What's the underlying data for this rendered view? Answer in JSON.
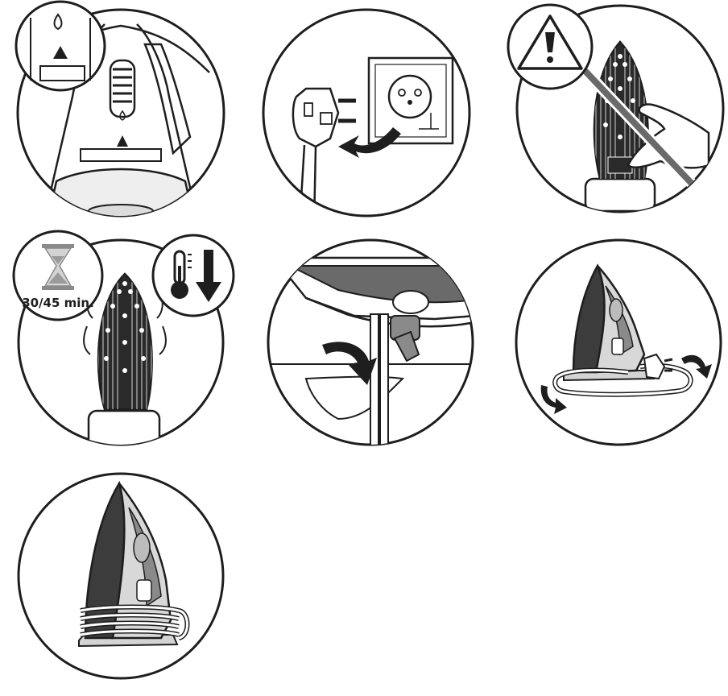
{
  "colors": {
    "outline": "#1e1e1e",
    "panel_fill": "#ffffff",
    "dark_fill": "#3c3c3c",
    "mid_fill": "#8a8a8a",
    "light_fill": "#d4d4d4"
  },
  "panels": [
    {
      "id": "base-reservoir",
      "icons": [
        "water-drop-icon",
        "triangle-marker-icon"
      ]
    },
    {
      "id": "unplug",
      "icons": [
        "plug-icon",
        "wall-socket-icon",
        "curved-arrow-icon"
      ]
    },
    {
      "id": "no-touch-soleplate",
      "icons": [
        "warning-triangle-icon",
        "hand-icon",
        "soleplate-icon"
      ]
    },
    {
      "id": "cool-down",
      "icons": [
        "hourglass-icon",
        "thermometer-icon",
        "down-arrow-icon",
        "soleplate-icon"
      ],
      "timer_label": "30/45 min."
    },
    {
      "id": "cord-clip",
      "icons": [
        "cord-clip-icon",
        "down-arrow-icon"
      ]
    },
    {
      "id": "wind-cord",
      "icons": [
        "iron-icon",
        "cord-icon",
        "rotate-arrow-icon"
      ]
    },
    {
      "id": "stored-iron",
      "icons": [
        "iron-icon",
        "wound-cord-icon"
      ]
    }
  ]
}
